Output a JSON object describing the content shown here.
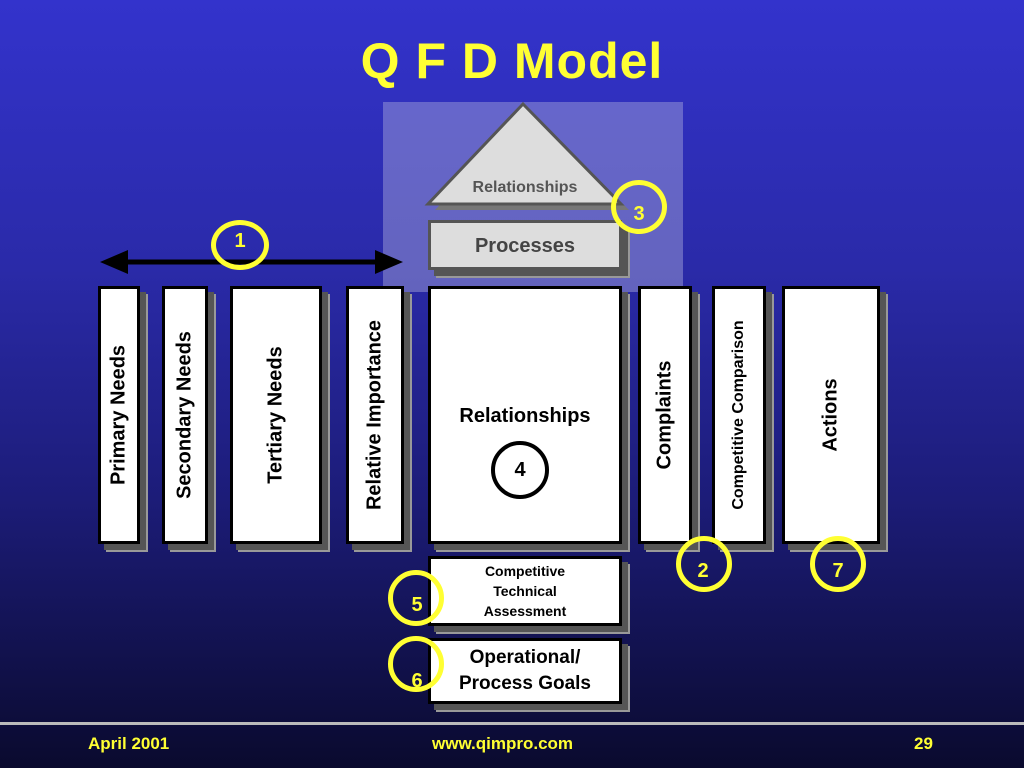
{
  "slide": {
    "title": "Q F D Model"
  },
  "roof": {
    "label": "Relationships"
  },
  "processes": {
    "label": "Processes"
  },
  "columns": {
    "primary_needs": "Primary Needs",
    "secondary_needs": "Secondary Needs",
    "tertiary_needs": "Tertiary Needs",
    "relative_importance": "Relative Importance",
    "relationships": "Relationships",
    "complaints": "Complaints",
    "competitive_comparison": "Competitive Comparison",
    "actions": "Actions"
  },
  "bottom": {
    "assessment_line1": "Competitive",
    "assessment_line2": "Technical",
    "assessment_line3": "Assessment",
    "goals_line1": "Operational/",
    "goals_line2": "Process Goals"
  },
  "markers": {
    "m1": "1",
    "m2": "2",
    "m3": "3",
    "m4": "4",
    "m5": "5",
    "m6": "6",
    "m7": "7"
  },
  "footer": {
    "date": "April 2001",
    "url": "www.qimpro.com",
    "page": "29"
  },
  "colors": {
    "accent_yellow": "#ffff33",
    "background_top": "#3333cc",
    "background_bottom": "#0a0a2e"
  }
}
